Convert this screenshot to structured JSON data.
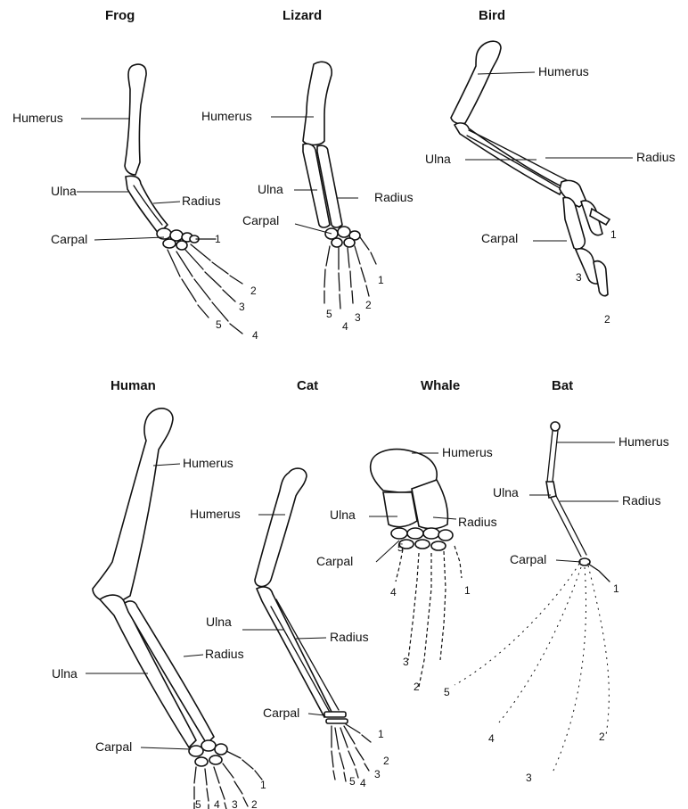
{
  "animals": {
    "frog": {
      "title": "Frog",
      "labels": {
        "humerus": "Humerus",
        "ulna": "Ulna",
        "radius": "Radius",
        "carpal": "Carpal"
      },
      "digits": [
        "1",
        "2",
        "3",
        "4",
        "5"
      ]
    },
    "lizard": {
      "title": "Lizard",
      "labels": {
        "humerus": "Humerus",
        "ulna": "Ulna",
        "radius": "Radius",
        "carpal": "Carpal"
      },
      "digits": [
        "1",
        "2",
        "3",
        "4",
        "5"
      ]
    },
    "bird": {
      "title": "Bird",
      "labels": {
        "humerus": "Humerus",
        "ulna": "Ulna",
        "radius": "Radius",
        "carpal": "Carpal"
      },
      "digits": [
        "1",
        "2",
        "3"
      ]
    },
    "human": {
      "title": "Human",
      "labels": {
        "humerus": "Humerus",
        "ulna": "Ulna",
        "radius": "Radius",
        "carpal": "Carpal"
      },
      "digits": [
        "1",
        "2",
        "3",
        "4",
        "5"
      ]
    },
    "cat": {
      "title": "Cat",
      "labels": {
        "humerus": "Humerus",
        "ulna": "Ulna",
        "radius": "Radius",
        "carpal": "Carpal"
      },
      "digits": [
        "1",
        "2",
        "3",
        "4",
        "5"
      ]
    },
    "whale": {
      "title": "Whale",
      "labels": {
        "humerus": "Humerus",
        "ulna": "Ulna",
        "radius": "Radius",
        "carpal": "Carpal"
      },
      "digits": [
        "1",
        "2",
        "3",
        "4",
        "5"
      ]
    },
    "bat": {
      "title": "Bat",
      "labels": {
        "humerus": "Humerus",
        "ulna": "Ulna",
        "radius": "Radius",
        "carpal": "Carpal"
      },
      "digits": [
        "1",
        "2",
        "3",
        "4",
        "5"
      ]
    }
  }
}
